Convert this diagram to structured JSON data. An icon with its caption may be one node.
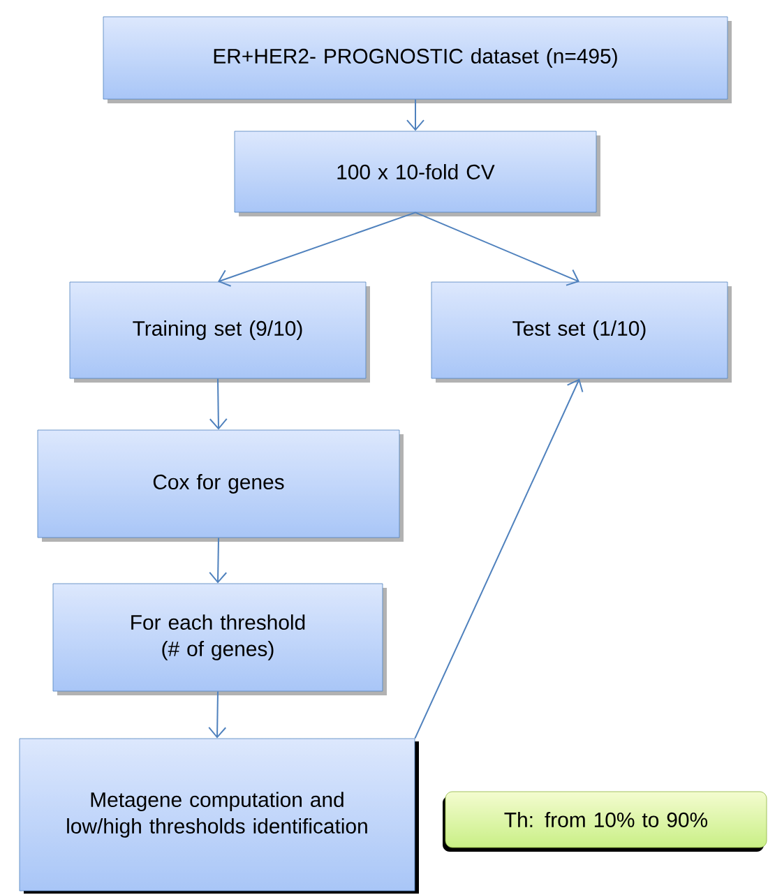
{
  "diagram": {
    "nodes": [
      {
        "text": [
          "ER+HER2- PROGNOSTIC dataset (n=495)"
        ]
      },
      {
        "text": [
          "100 x 10-fold CV"
        ]
      },
      {
        "text": [
          "Training set (9/10)"
        ]
      },
      {
        "text": [
          "Test set (1/10)"
        ]
      },
      {
        "text": [
          "Cox for genes"
        ]
      },
      {
        "text": [
          "For each threshold (# of genes)"
        ]
      },
      {
        "text": [
          "Metagene computation and low/high thresholds identification"
        ]
      },
      {
        "text": [
          "Th: from 10% to 90%"
        ]
      }
    ],
    "edges": [
      {
        "from": 0,
        "to": 1,
        "arrow": "to"
      },
      {
        "from": 1,
        "to": 2,
        "arrow": "to"
      },
      {
        "from": 1,
        "to": 3,
        "arrow": "to"
      },
      {
        "from": 2,
        "to": 4,
        "arrow": "to"
      },
      {
        "from": 4,
        "to": 5,
        "arrow": "to"
      },
      {
        "from": 5,
        "to": 6,
        "arrow": "to"
      },
      {
        "from": 6,
        "to": 3,
        "arrow": "to"
      }
    ]
  }
}
